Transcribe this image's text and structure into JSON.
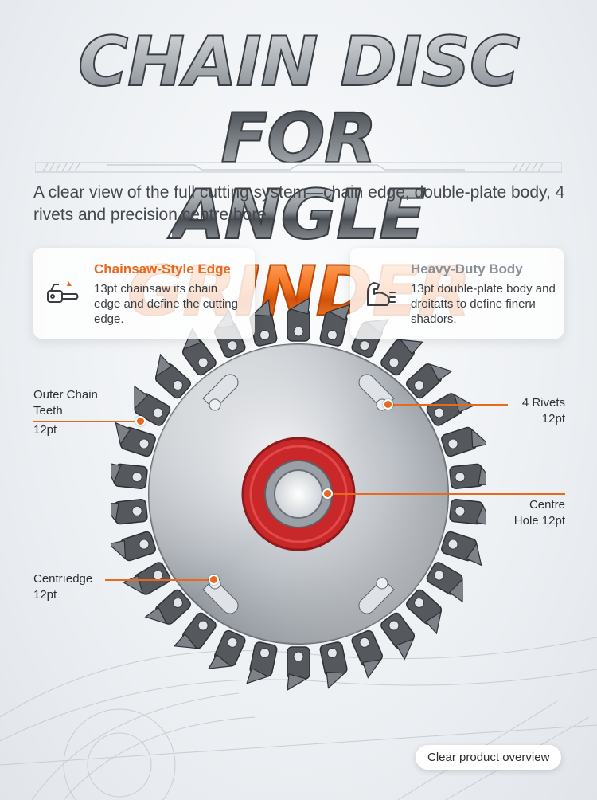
{
  "headline": {
    "line1": "CHAIN DISC FOR",
    "line2_part1": "ANGLE ",
    "line2_part2": "GRINDER"
  },
  "subtitle": "A clear view of the full cutting system—chain edge, double-plate body, 4 rivets and precision centre bore.",
  "cards": {
    "left": {
      "icon": "chainsaw-icon",
      "title": "Chainsaw-Style Edge",
      "body": "13pt chainsaw its chain edge and define the cutting edge."
    },
    "right": {
      "icon": "strong-arm-icon",
      "title": "Heavy-Duty Body",
      "body": "13pt double-plate body and droitatts to define finerи shadors."
    }
  },
  "callouts": {
    "outer_chain": {
      "label": "Outer Chain Teeth",
      "size": "12pt"
    },
    "rivets": {
      "label": "4 Rivets",
      "size": "12pt"
    },
    "centre_hole": {
      "label": "Centre",
      "label2": "Hole 12pt"
    },
    "centre_edge": {
      "label": "Centrıedge",
      "size": "12pt"
    }
  },
  "footer_pill": "Clear product overview",
  "colors": {
    "accent": "#e8681d",
    "steel": "#9aa0a6",
    "red_ring": "#d42a2a",
    "background": "#eef1f4"
  }
}
